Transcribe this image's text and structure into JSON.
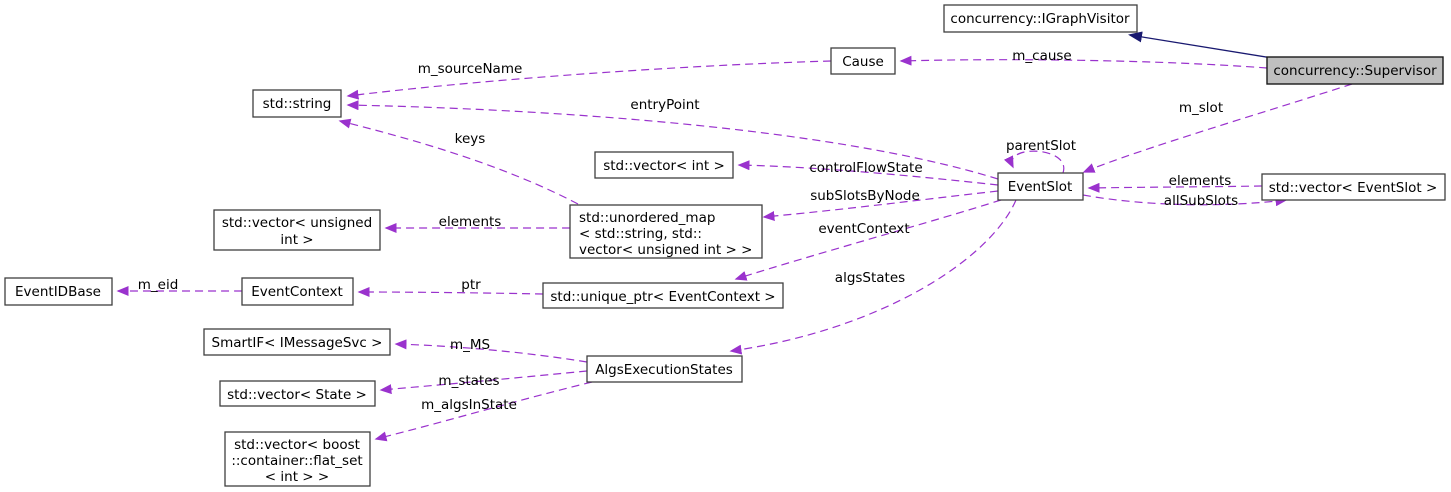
{
  "diagram": {
    "type": "doxygen-collaboration-diagram",
    "colors": {
      "background": "#ffffff",
      "edge_usage": "#9a32cd",
      "edge_inheritance": "#191970",
      "node_border": "#3f3f3f",
      "node_fill": "#ffffff",
      "highlight_node_fill": "#bfbfbf",
      "text": "#000000"
    },
    "nodes": {
      "igraphvisitor": {
        "label": "concurrency::IGraphVisitor"
      },
      "supervisor": {
        "label": "concurrency::Supervisor"
      },
      "cause": {
        "label": "Cause"
      },
      "std_string": {
        "label": "std::string"
      },
      "vector_int": {
        "label": "std::vector< int >"
      },
      "eventslot": {
        "label": "EventSlot"
      },
      "vector_eventslot": {
        "label": "std::vector< EventSlot >"
      },
      "vector_unsigned_int": {
        "line1": "std::vector< unsigned",
        "line2": "int >"
      },
      "unordered_map": {
        "line1": "std::unordered_map",
        "line2": "< std::string, std::",
        "line3": "vector< unsigned int > >"
      },
      "eventidbase": {
        "label": "EventIDBase"
      },
      "eventcontext": {
        "label": "EventContext"
      },
      "unique_ptr_eventcontext": {
        "label": "std::unique_ptr< EventContext >"
      },
      "smartif_imessagesvc": {
        "label": "SmartIF< IMessageSvc >"
      },
      "vector_state": {
        "label": "std::vector< State >"
      },
      "vector_flat_set": {
        "line1": "std::vector< boost",
        "line2": "::container::flat_set",
        "line3": "< int > >"
      },
      "algsexecutionstates": {
        "label": "AlgsExecutionStates"
      }
    },
    "edge_labels": {
      "m_cause": "m_cause",
      "m_sourceName": "m_sourceName",
      "entryPoint": "entryPoint",
      "keys": "keys",
      "m_slot": "m_slot",
      "parentSlot": "parentSlot",
      "controlFlowState": "controlFlowState",
      "subSlotsByNode": "subSlotsByNode",
      "elements_vector_eventslot": "elements",
      "allSubSlots": "allSubSlots",
      "elements_vector_unsigned": "elements",
      "eventContext": "eventContext",
      "algsStates": "algsStates",
      "ptr": "ptr",
      "m_eid": "m_eid",
      "m_MS": "m_MS",
      "m_states": "m_states",
      "m_algsInState": "m_algsInState"
    }
  }
}
